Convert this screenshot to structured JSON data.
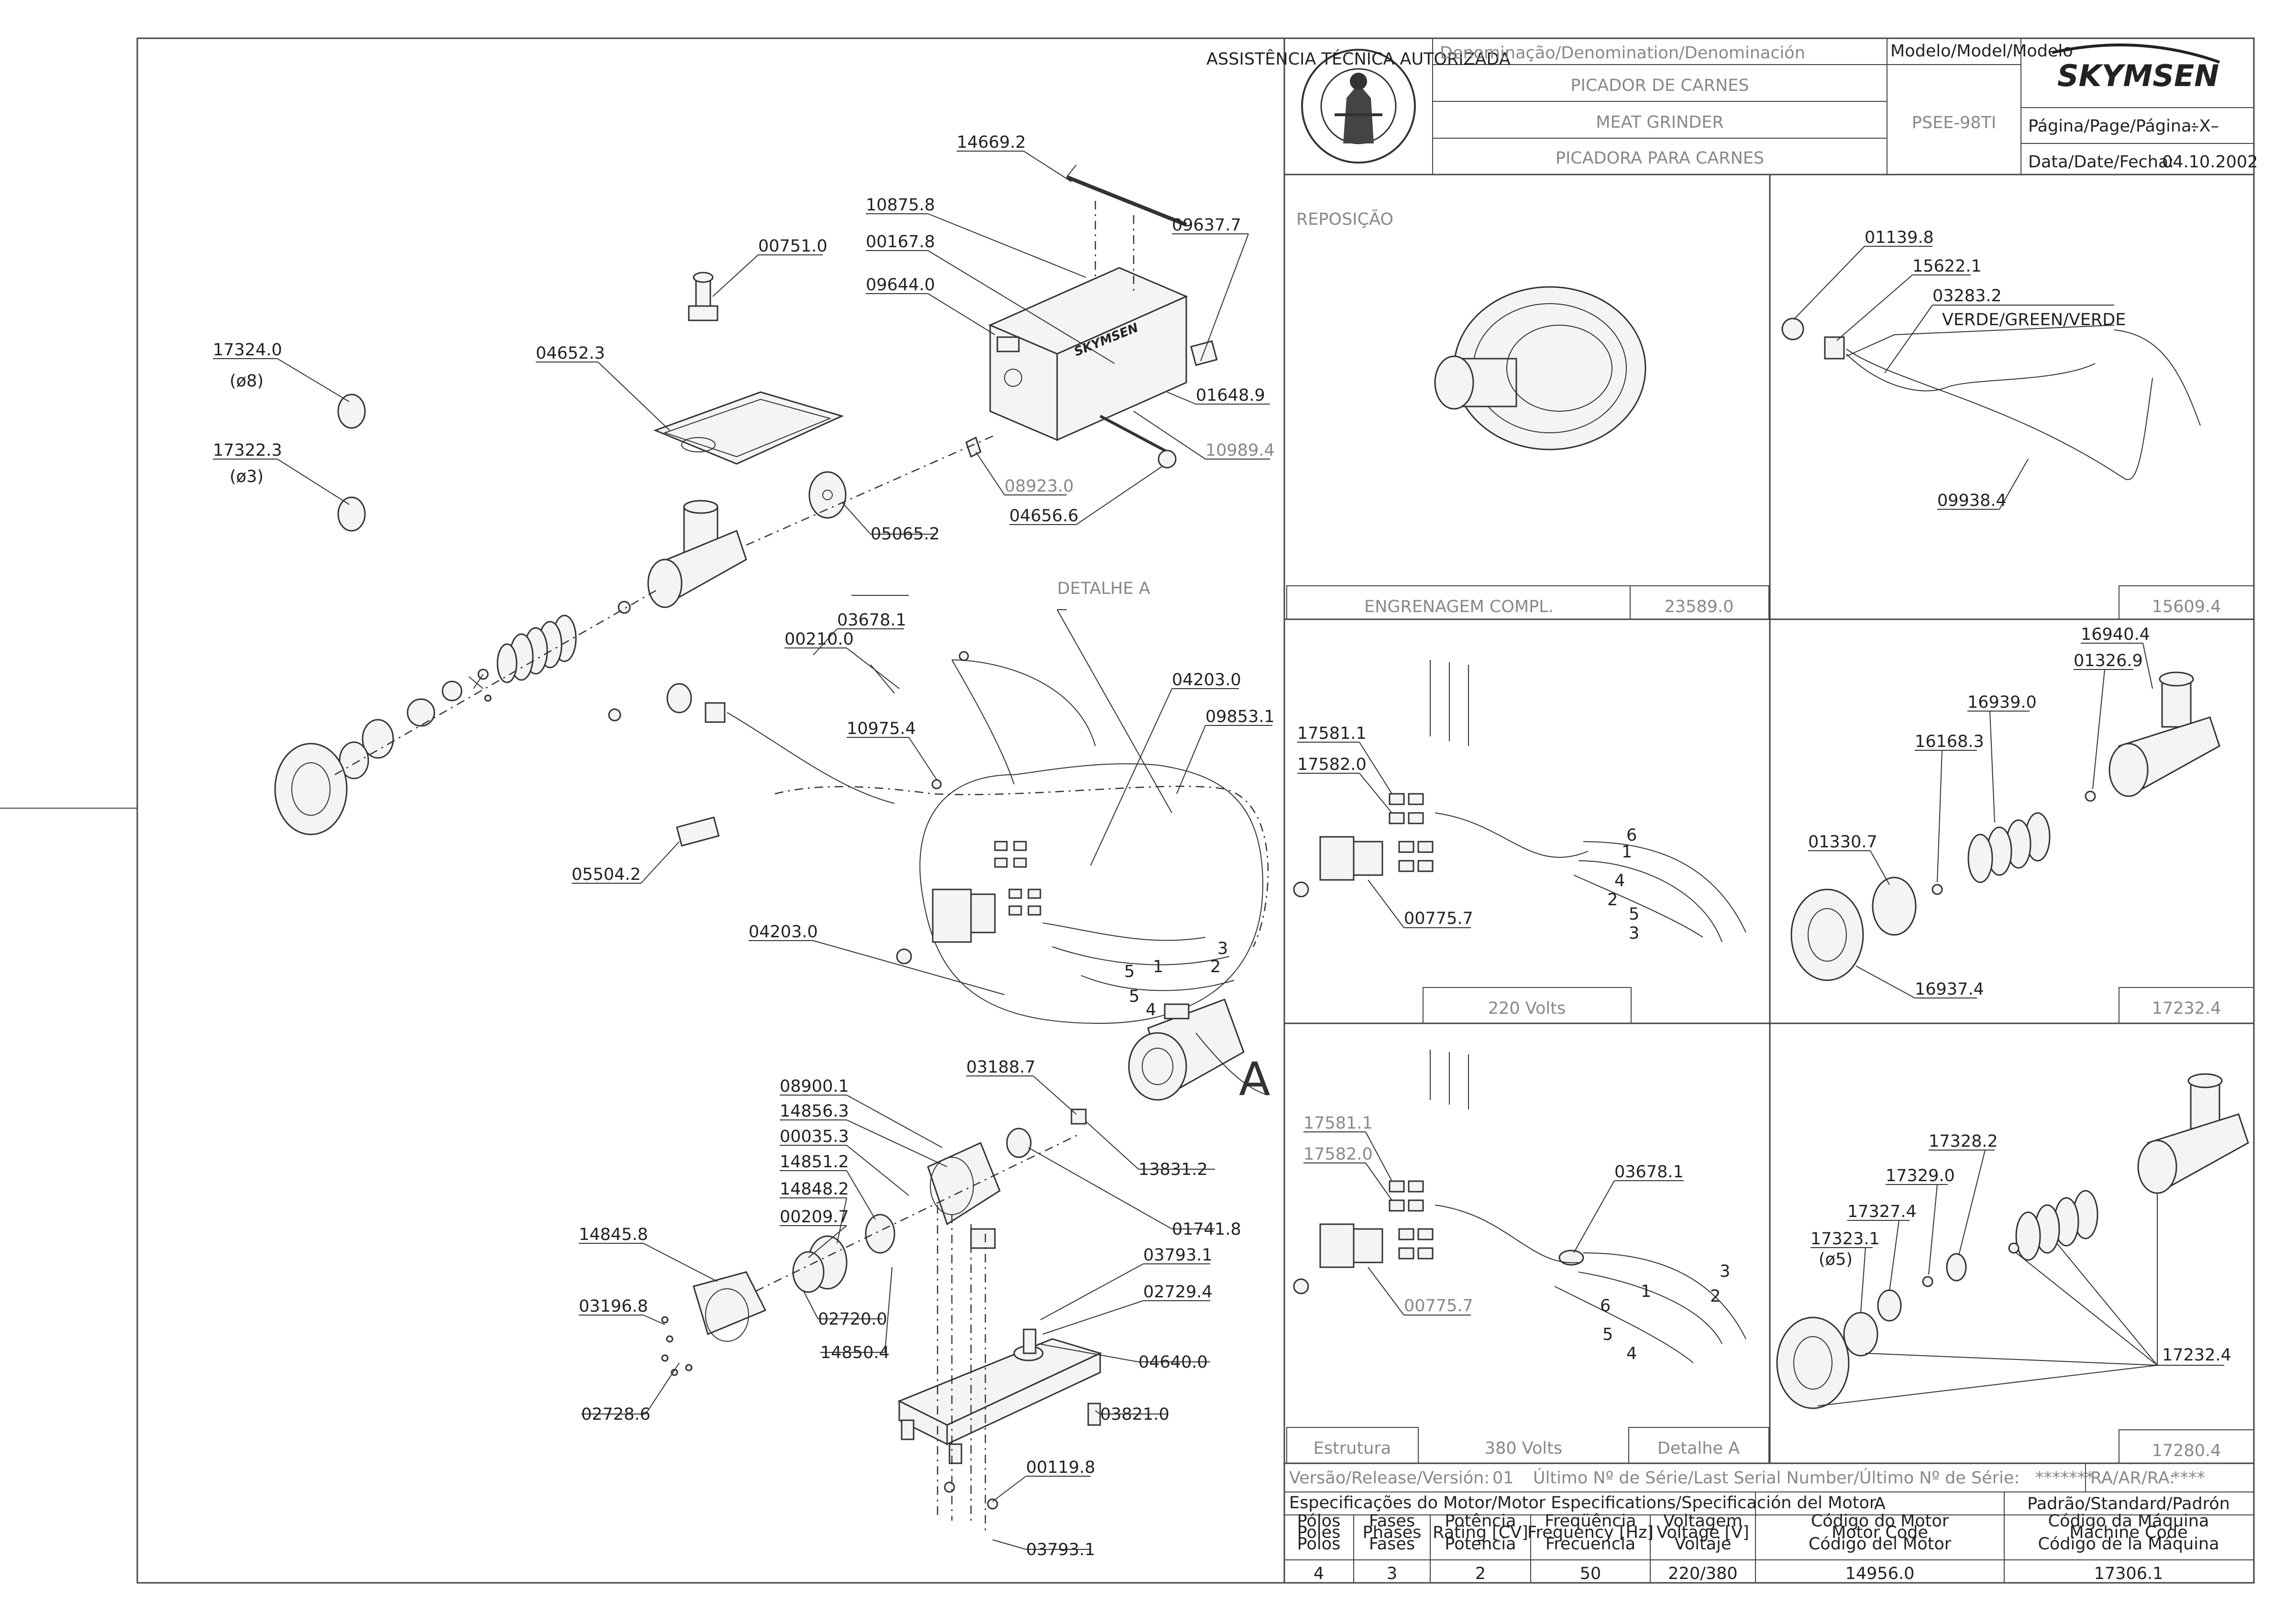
{
  "title_block": {
    "denomination_header": "Denominação/Denomination/Denominación",
    "names": [
      "PICADOR DE CARNES",
      "MEAT GRINDER",
      "PICADORA  PARA CARNES"
    ],
    "model_header": "Modelo/Model/Modelo",
    "model": "PSEE-98TI",
    "brand": "SKYMSEN",
    "page_label": "Página/Page/Página:",
    "page_value": "–X–",
    "date_label": "Data/Date/Fecha:",
    "date_value": "04.10.2002",
    "seal_text": "ASSISTÊNCIA TÉCNICA AUTORIZADA"
  },
  "panels": {
    "reposicao": {
      "title": "REPOSIÇÃO",
      "caption": "ENGRENAGEM  COMPL.",
      "code": "23589.0"
    },
    "p15609": {
      "code": "15609.4",
      "labels": [
        "01139.8",
        "15622.1",
        "03283.2",
        "VERDE/GREEN/VERDE",
        "09938.4"
      ]
    },
    "p220": {
      "caption": "220  Volts",
      "labels": [
        "17581.1",
        "17582.0",
        "00775.7"
      ],
      "wires": [
        "6",
        "1",
        "4",
        "2",
        "5",
        "3"
      ]
    },
    "p17232": {
      "code": "17232.4",
      "labels": [
        "16940.4",
        "01326.9",
        "16939.0",
        "16168.3",
        "01330.7",
        "16937.4"
      ]
    },
    "p380": {
      "caption_left": "Estrutura",
      "caption": "380  Volts",
      "caption_right": "Detalhe A",
      "labels": [
        "17581.1",
        "17582.0",
        "03678.1",
        "00775.7"
      ],
      "wires": [
        "3",
        "1",
        "2",
        "6",
        "5",
        "4"
      ]
    },
    "p17280": {
      "code": "17280.4",
      "labels": [
        "17328.2",
        "17329.0",
        "17327.4",
        "17323.1",
        "(ø5)",
        "17232.4"
      ]
    }
  },
  "main_diagram": {
    "detail_label": "DETALHE  A",
    "detail_letter": "A",
    "labels": [
      "14669.2",
      "10875.8",
      "00167.8",
      "09644.0",
      "09637.7",
      "00751.0",
      "17324.0",
      "(ø8)",
      "04652.3",
      "17322.3",
      "(ø3)",
      "01648.9",
      "10989.4",
      "08923.0",
      "04656.6",
      "05065.2",
      "03678.1",
      "00210.0",
      "04203.0",
      "09853.1",
      "10975.4",
      "05504.2",
      "04203.0",
      "03188.7",
      "13831.2",
      "01741.8",
      "08900.1",
      "14856.3",
      "00035.3",
      "14851.2",
      "14848.2",
      "00209.7",
      "14845.8",
      "03196.8",
      "02720.0",
      "14850.4",
      "03793.1",
      "02729.4",
      "04640.0",
      "03821.0",
      "02728.6",
      "00119.8",
      "03793.1"
    ],
    "detail_wires": [
      "3",
      "2",
      "5",
      "1",
      "5",
      "4"
    ]
  },
  "footer": {
    "release_label": "Versão/Release/Versión:",
    "release_value": "01",
    "serial_label": "Último Nº de Série/Last Serial Number/Último Nº de Série:",
    "serial_value": "*******",
    "ra_label": "RA/AR/RA:",
    "ra_value": "****",
    "motor_spec_label": "Especificações do Motor/Motor Especifications/Specificación del Motor",
    "motor_code_header": "A",
    "standard_header": "Padrão/Standard/Padrón",
    "columns": [
      {
        "head": [
          "Pólos",
          "Poles",
          "Polos"
        ],
        "value": "4"
      },
      {
        "head": [
          "Fases",
          "Phases",
          "Fases"
        ],
        "value": "3"
      },
      {
        "head": [
          "Potência",
          "Rating [CV]",
          "Potencia"
        ],
        "value": "2"
      },
      {
        "head": [
          "Freqüência",
          "Frequency [Hz]",
          "Frecuencia"
        ],
        "value": "50"
      },
      {
        "head": [
          "Voltagem",
          "Voltage [V]",
          "Voltaje"
        ],
        "value": "220/380"
      },
      {
        "head": [
          "Código do Motor",
          "Motor Code",
          "Código del Motor"
        ],
        "value": "14956.0"
      },
      {
        "head": [
          "Código da Máquina",
          "Machine Code",
          "Código de la Máquina"
        ],
        "value": "17306.1"
      }
    ]
  }
}
